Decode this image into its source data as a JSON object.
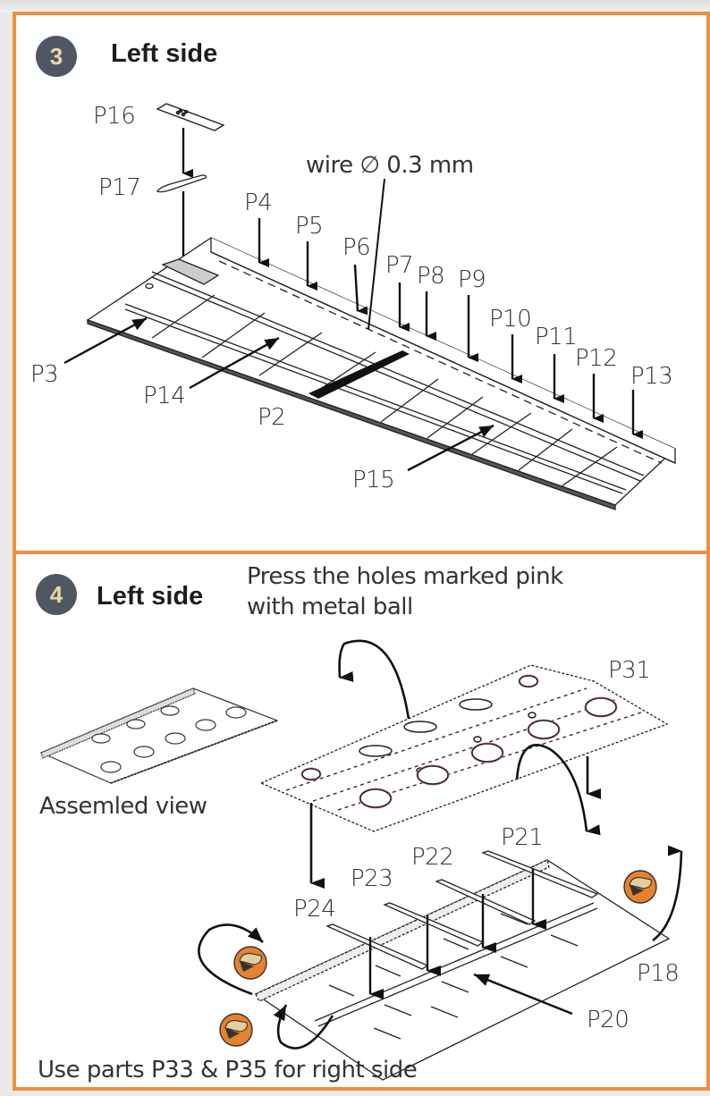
{
  "steps": [
    {
      "number": "3",
      "title": "Left side",
      "wire_note": "wire  ∅ 0.3 mm",
      "parts": {
        "p16": "P16",
        "p17": "P17",
        "p4": "P4",
        "p5": "P5",
        "p6": "P6",
        "p7": "P7",
        "p8": "P8",
        "p9": "P9",
        "p10": "P10",
        "p11": "P11",
        "p12": "P12",
        "p13": "P13",
        "p3": "P3",
        "p14": "P14",
        "p2": "P2",
        "p15": "P15"
      }
    },
    {
      "number": "4",
      "title": "Left side",
      "instruction_line1": "Press the holes marked pink",
      "instruction_line2": "with metal ball",
      "assembled_caption": "Assemled view",
      "footer_note": "Use parts P33 & P35 for right side",
      "parts": {
        "p31": "P31",
        "p21": "P21",
        "p22": "P22",
        "p23": "P23",
        "p24": "P24",
        "p18": "P18",
        "p20": "P20"
      },
      "icons": [
        "bend-tool-icon",
        "bend-tool-icon",
        "bend-tool-icon"
      ]
    }
  ],
  "colors": {
    "frame": "#ee8e3f",
    "badge": "#4f5862",
    "badge_text": "#ead7a4",
    "pink_hole": "#e87a85",
    "tool_orange": "#e6812e"
  }
}
